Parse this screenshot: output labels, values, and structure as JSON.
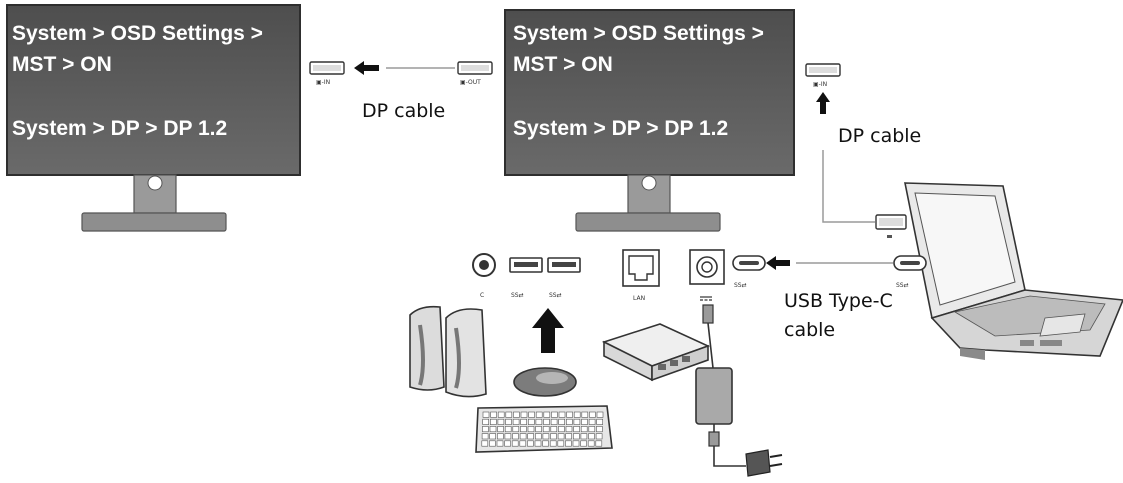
{
  "monitor1": {
    "osd_line1": "System > OSD Settings >",
    "osd_line2": "MST > ON",
    "osd_line3": "System > DP > DP 1.2"
  },
  "monitor2": {
    "osd_line1": "System > OSD Settings >",
    "osd_line2": "MST > ON",
    "osd_line3": "System > DP > DP 1.2"
  },
  "ports": {
    "dp_in_1": "▣-IN",
    "dp_out": "▣-OUT",
    "dp_in_2": "▣-IN",
    "lan": "LAN"
  },
  "cables": {
    "dp_cable_1": "DP cable",
    "dp_cable_2": "DP cable",
    "usbc_line1": "USB Type-C",
    "usbc_line2": "cable"
  },
  "icons": [
    "dp-in-port-icon",
    "dp-out-port-icon",
    "audio-jack-icon",
    "usb-a-port-icon",
    "lan-port-icon",
    "power-port-icon",
    "usb-c-port-icon",
    "speakers-icon",
    "mouse-icon",
    "keyboard-icon",
    "router-icon",
    "power-adapter-icon",
    "laptop-icon",
    "arrow-icon"
  ],
  "colors": {
    "screen": "#5a5a5a",
    "stand": "#9a9a9a",
    "outline": "#3a3a3a",
    "arrow": "#111111"
  }
}
